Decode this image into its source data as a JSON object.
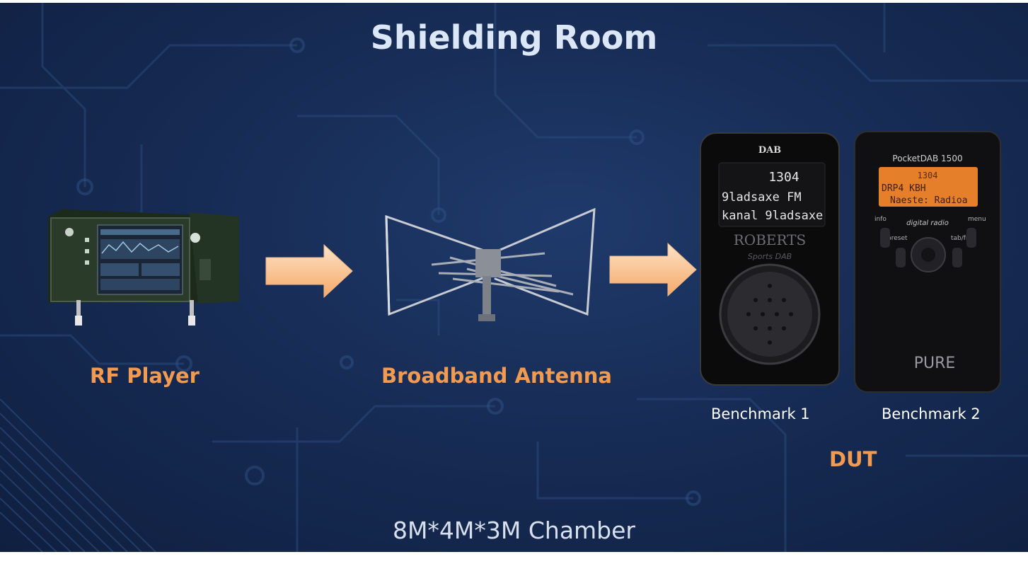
{
  "title": "Shielding Room",
  "nodes": {
    "rf_player": {
      "label": "RF Player"
    },
    "antenna": {
      "label": "Broadband Antenna"
    },
    "benchmark_1": {
      "label": "Benchmark 1",
      "brand": "ROBERTS",
      "model": "Sports DAB",
      "logo": "DAB",
      "display": {
        "line1": "1304",
        "line2": "9ladsaxe    FM",
        "line3": "kanal 9ladsaxe"
      }
    },
    "benchmark_2": {
      "label": "Benchmark 2",
      "brand": "PURE",
      "model": "PocketDAB 1500",
      "logo": "digital radio",
      "display": {
        "line1": "1304",
        "line2": "DRP4 KBH",
        "line3": "Naeste: Radioa"
      },
      "buttons": {
        "info": "info",
        "menu": "menu",
        "preset": "preset",
        "tab": "tab/fm"
      }
    }
  },
  "group_label": "DUT",
  "footer": "8M*4M*3M Chamber",
  "colors": {
    "label": "#f29a50",
    "arrow": "#f8b57c",
    "title": "#dbe6f6",
    "background": "#172c55"
  }
}
